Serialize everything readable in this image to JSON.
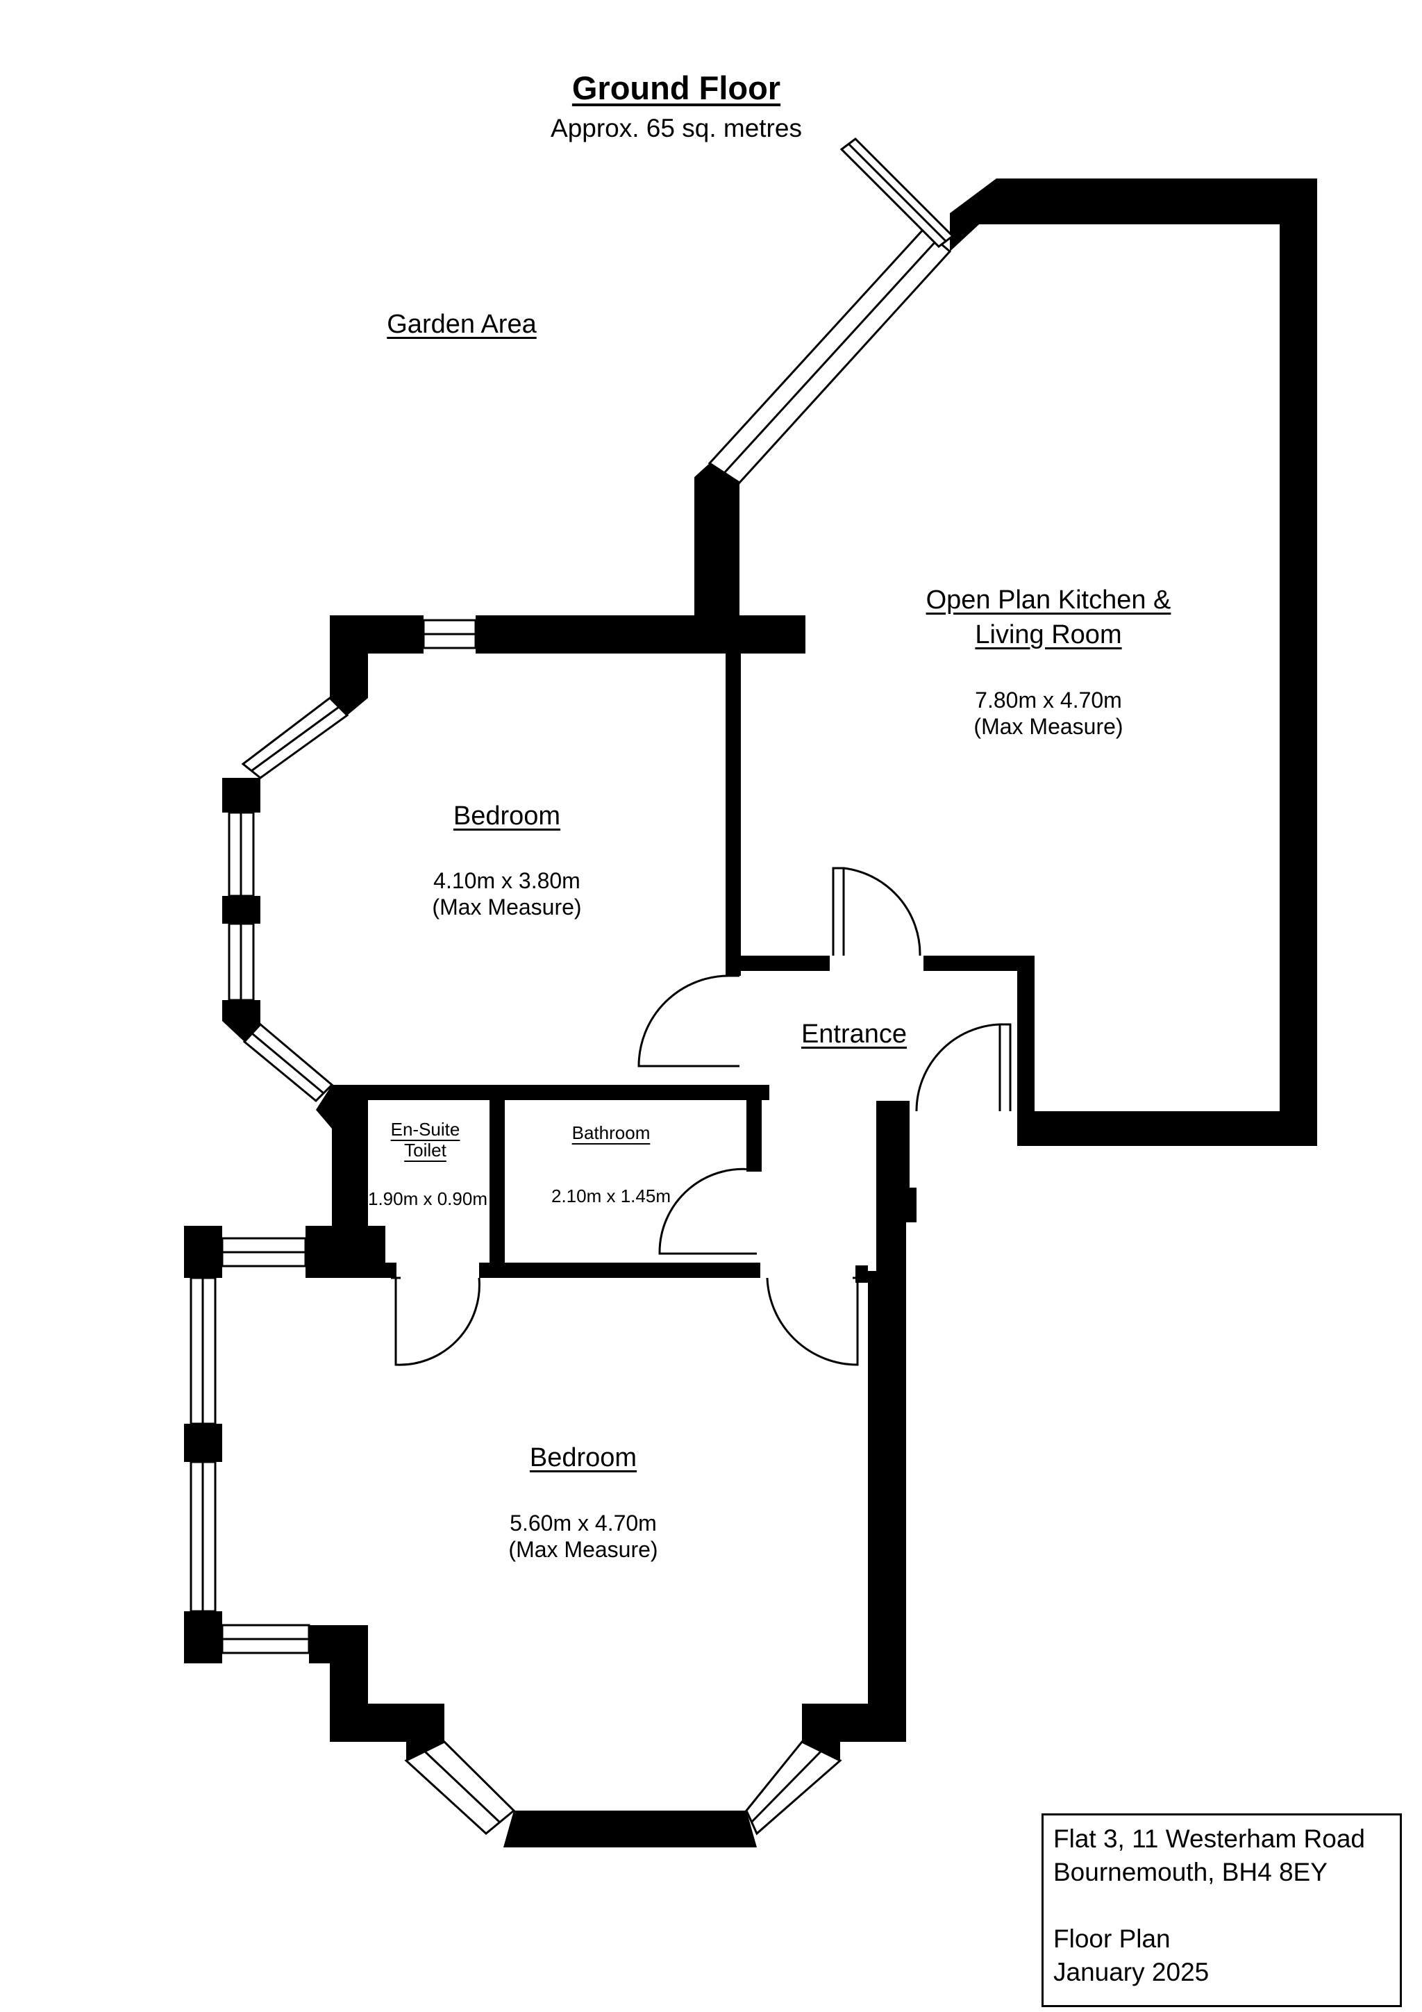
{
  "header": {
    "title": "Ground Floor",
    "area": "Approx. 65 sq. metres"
  },
  "outdoor": {
    "garden": "Garden Area"
  },
  "rooms": {
    "kitchen_living": {
      "name_line1": "Open Plan Kitchen &",
      "name_line2": "Living Room",
      "dimensions": "7.80m x 4.70m",
      "note": "(Max Measure)"
    },
    "bedroom_upper": {
      "name": "Bedroom",
      "dimensions": "4.10m x 3.80m",
      "note": "(Max Measure)"
    },
    "entrance": {
      "name": "Entrance"
    },
    "ensuite": {
      "name_line1": "En-Suite",
      "name_line2": "Toilet",
      "dimensions": "1.90m x 0.90m"
    },
    "bathroom": {
      "name": "Bathroom",
      "dimensions": "2.10m x 1.45m"
    },
    "bedroom_lower": {
      "name": "Bedroom",
      "dimensions": "5.60m x 4.70m",
      "note": "(Max Measure)"
    }
  },
  "info": {
    "address_line1": "Flat 3, 11 Westerham Road",
    "address_line2": "Bournemouth, BH4 8EY",
    "doc_type": "Floor Plan",
    "date": "January 2025"
  },
  "colors": {
    "wall": "#000000",
    "background": "#ffffff",
    "window": "#ffffff"
  }
}
